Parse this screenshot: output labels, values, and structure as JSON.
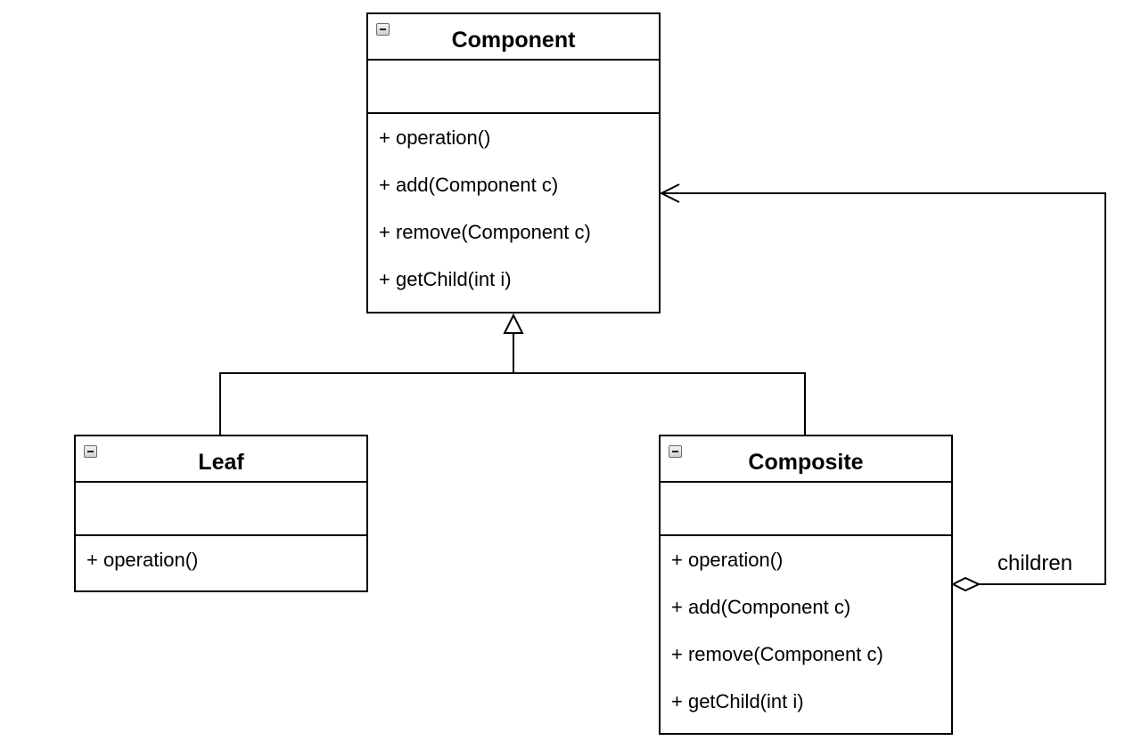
{
  "diagram": {
    "classes": {
      "component": {
        "name": "Component",
        "operations": [
          "+ operation()",
          "+ add(Component c)",
          "+ remove(Component c)",
          "+ getChild(int i)"
        ]
      },
      "leaf": {
        "name": "Leaf",
        "operations": [
          "+ operation()"
        ]
      },
      "composite": {
        "name": "Composite",
        "operations": [
          "+ operation()",
          "+ add(Component c)",
          "+ remove(Component c)",
          "+ getChild(int i)"
        ]
      }
    },
    "association": {
      "label": "children"
    },
    "colors": {
      "stroke": "#000000",
      "background": "#ffffff",
      "icon_fill": "#dcdcdc"
    }
  }
}
